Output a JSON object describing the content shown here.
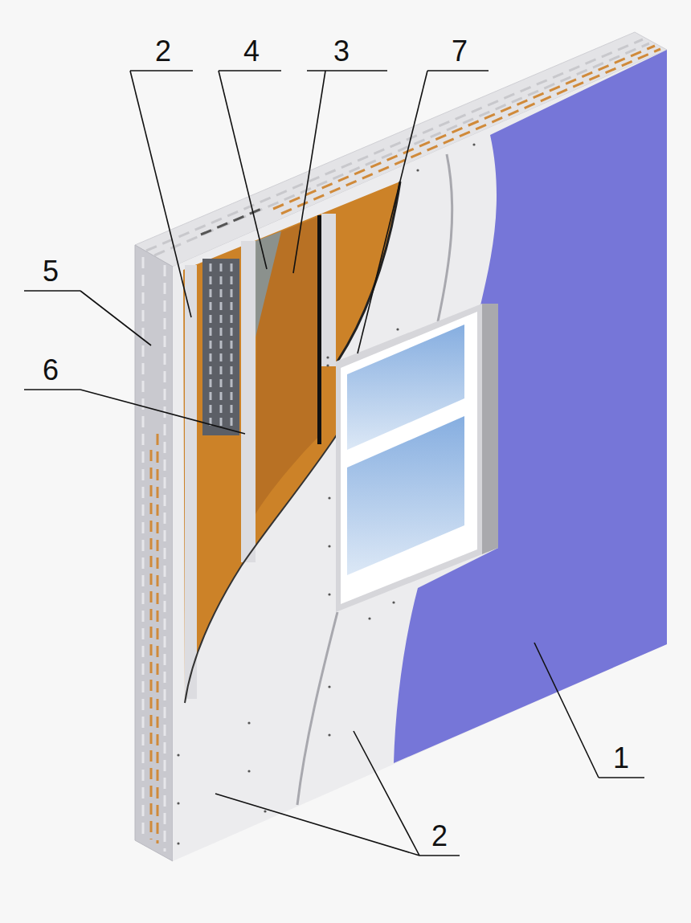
{
  "diagram": {
    "labels": [
      "2",
      "4",
      "3",
      "7",
      "5",
      "6",
      "2",
      "1"
    ]
  }
}
